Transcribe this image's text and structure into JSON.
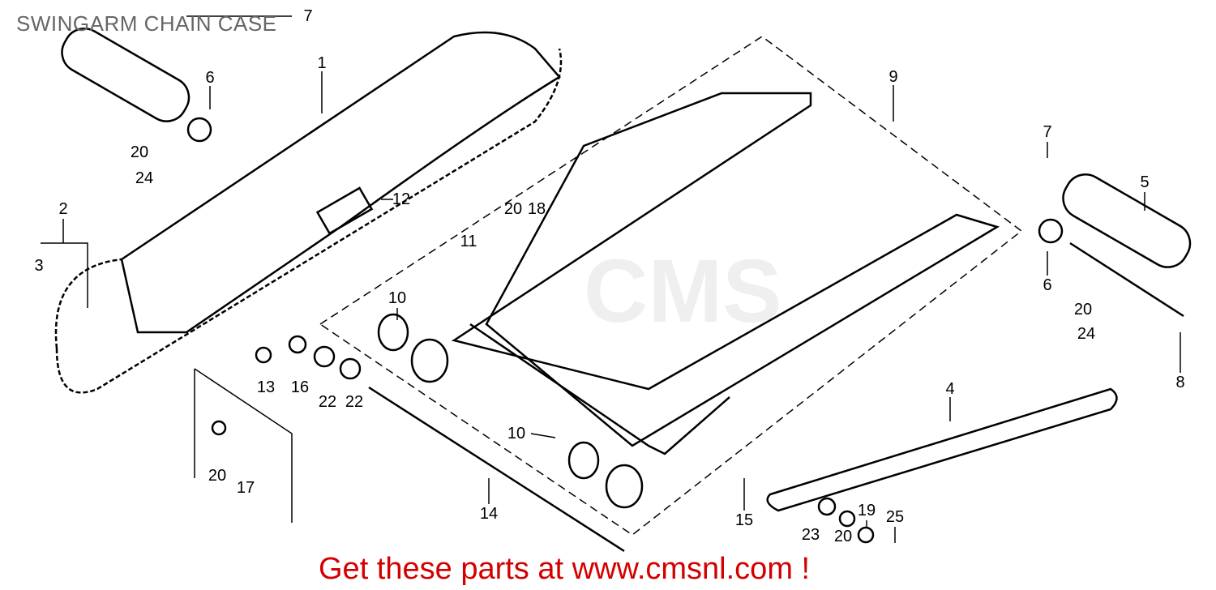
{
  "title": "SWINGARM CHAIN CASE",
  "watermark": "CMS",
  "footer": "Get these parts at www.cmsnl.com !",
  "callouts": [
    "7",
    "1",
    "6",
    "20",
    "24",
    "12",
    "20",
    "18",
    "2",
    "3",
    "11",
    "9",
    "7",
    "5",
    "6",
    "20",
    "24",
    "8",
    "10",
    "13",
    "16",
    "22",
    "22",
    "4",
    "10",
    "20",
    "17",
    "14",
    "15",
    "23",
    "20",
    "19",
    "25"
  ]
}
